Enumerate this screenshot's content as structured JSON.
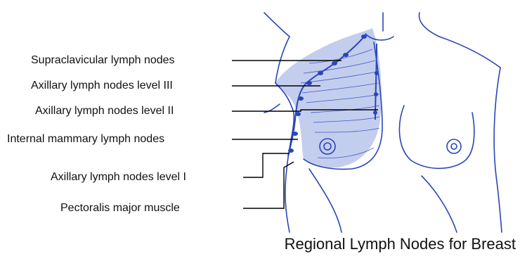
{
  "labels": {
    "supraclavicular": "Supraclavicular lymph nodes",
    "axillary_level_iii": "Axillary lymph nodes level III",
    "axillary_level_ii": "Axillary lymph nodes level II",
    "internal_mammary": "Internal mammary lymph nodes",
    "axillary_level_i": "Axillary lymph nodes level I",
    "pectoralis_major": "Pectoralis major muscle"
  },
  "caption": "Regional Lymph Nodes for Breast",
  "colors": {
    "outline": "#2a45b8",
    "shading": "#c3cdee",
    "leader_line": "#000000",
    "text": "#111111"
  }
}
